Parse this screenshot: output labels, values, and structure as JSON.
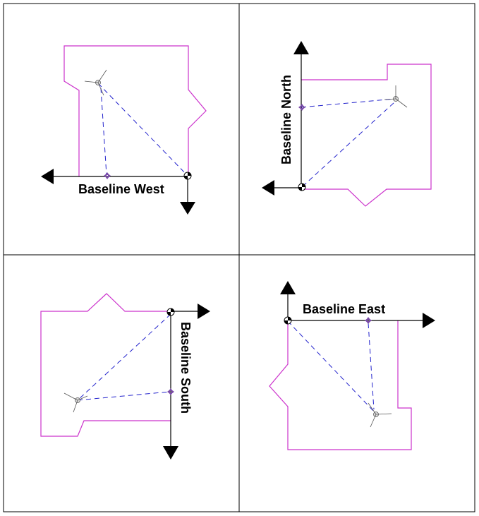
{
  "panels": [
    {
      "label": "Baseline West"
    },
    {
      "label": "Baseline North"
    },
    {
      "label": "Baseline South"
    },
    {
      "label": "Baseline East"
    }
  ],
  "colors": {
    "boundary": "#cc33cc",
    "sightline": "#2222cc",
    "axis": "#000000",
    "frame": "#000000"
  },
  "icons": {
    "turbine": "wind-turbine-icon",
    "station": "survey-station-icon",
    "control_point": "control-point-icon",
    "arrow": "arrow-icon"
  }
}
